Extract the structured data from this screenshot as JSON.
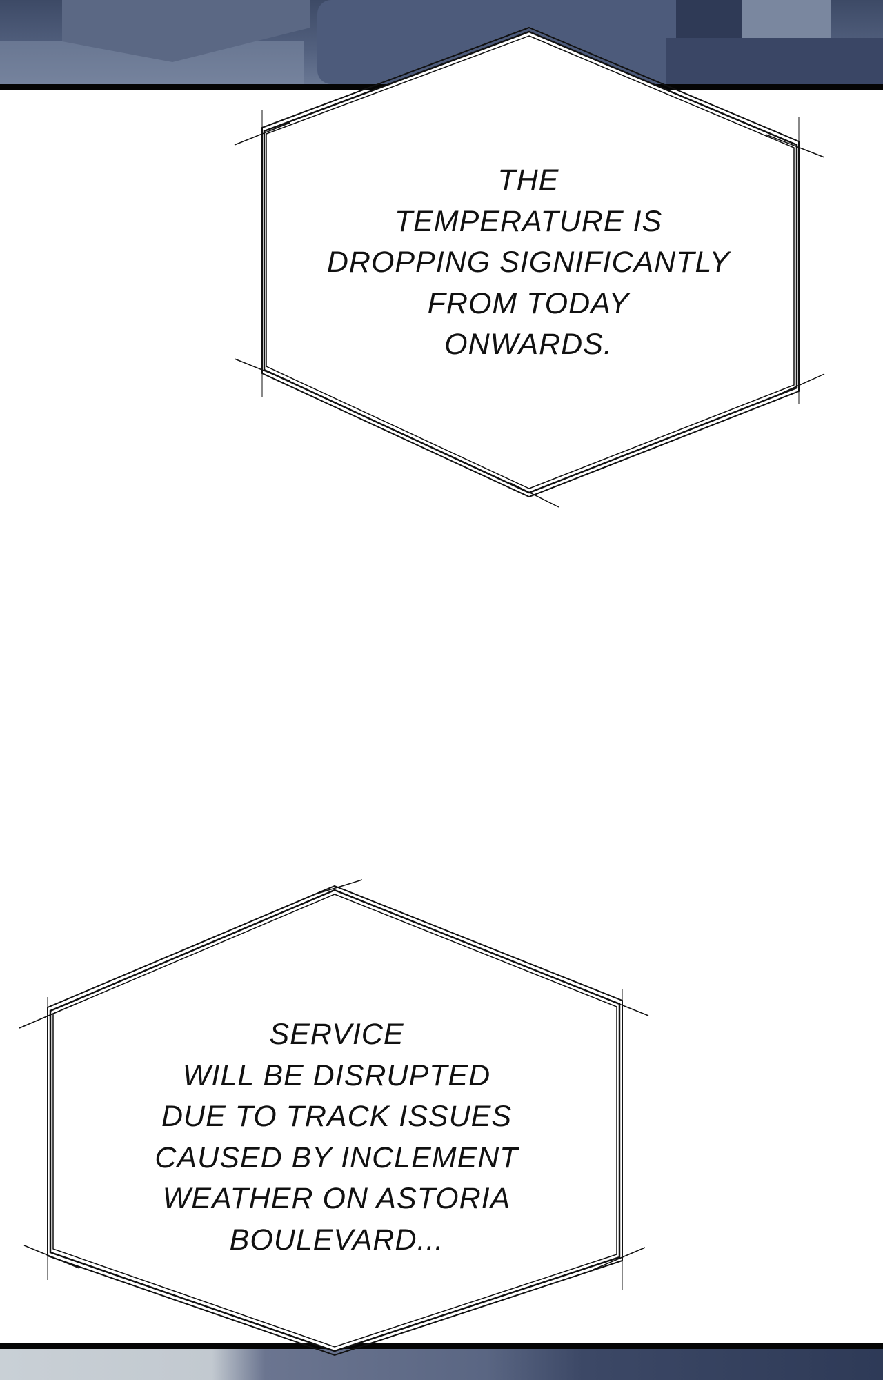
{
  "bubbles": [
    {
      "lines": [
        "THE",
        "TEMPERATURE IS",
        "DROPPING SIGNIFICANTLY",
        "FROM TODAY",
        "ONWARDS."
      ]
    },
    {
      "lines": [
        "SERVICE",
        "WILL BE DISRUPTED",
        "DUE TO TRACK ISSUES",
        "CAUSED BY INCLEMENT",
        "WEATHER ON ASTORIA",
        "BOULEVARD..."
      ]
    }
  ],
  "colors": {
    "panel_dark": "#3d4a66",
    "border": "#050505",
    "bubble_fill": "#ffffff",
    "ink": "#111111"
  }
}
